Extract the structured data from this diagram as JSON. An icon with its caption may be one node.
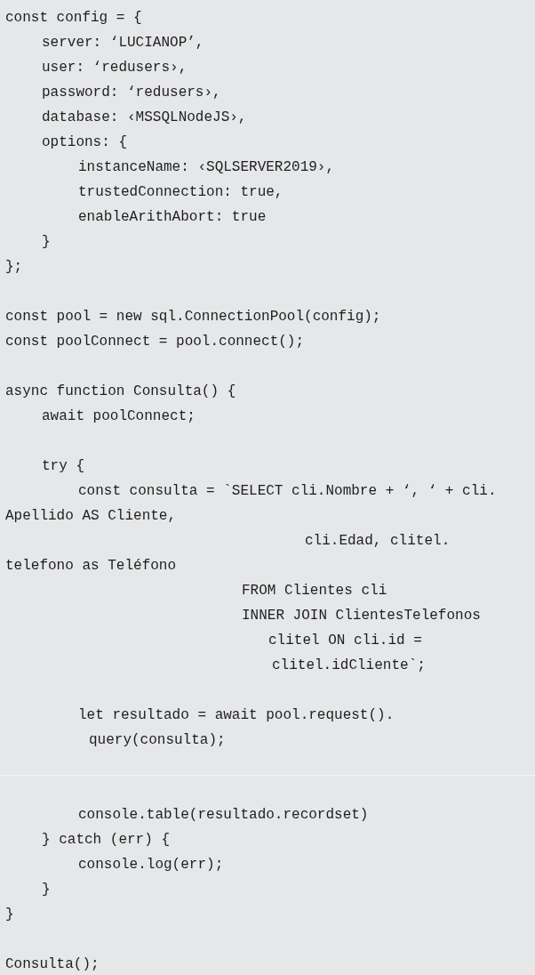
{
  "diagram": {
    "labels": [
      "const config = {",
      "server: ‘LUCIANOP’,",
      "user: ‘redusers›,",
      "password: ‘redusers›,",
      "database: ‹MSSQLNodeJS›,",
      "options: {",
      "instanceName: ‹SQLSERVER2019›,",
      "trustedConnection: true,",
      "enableArithAbort: true",
      "}",
      "};",
      "const pool = new sql.ConnectionPool(config);",
      "const poolConnect = pool.connect();",
      "async function Consulta() {",
      "await poolConnect;",
      "try {",
      "const consulta = `SELECT cli.Nombre + ‘, ‘ + cli.",
      "Apellido AS Cliente,",
      "cli.Edad, clitel.",
      "telefono as Teléfono",
      "FROM Clientes cli",
      "INNER JOIN ClientesTelefonos",
      "clitel ON cli.id =",
      "clitel.idCliente`;",
      "let resultado = await pool.request().",
      "query(consulta);",
      "console.table(resultado.recordset)",
      "} catch (err) {",
      "console.log(err);",
      "}",
      "}",
      "Consulta();"
    ]
  }
}
